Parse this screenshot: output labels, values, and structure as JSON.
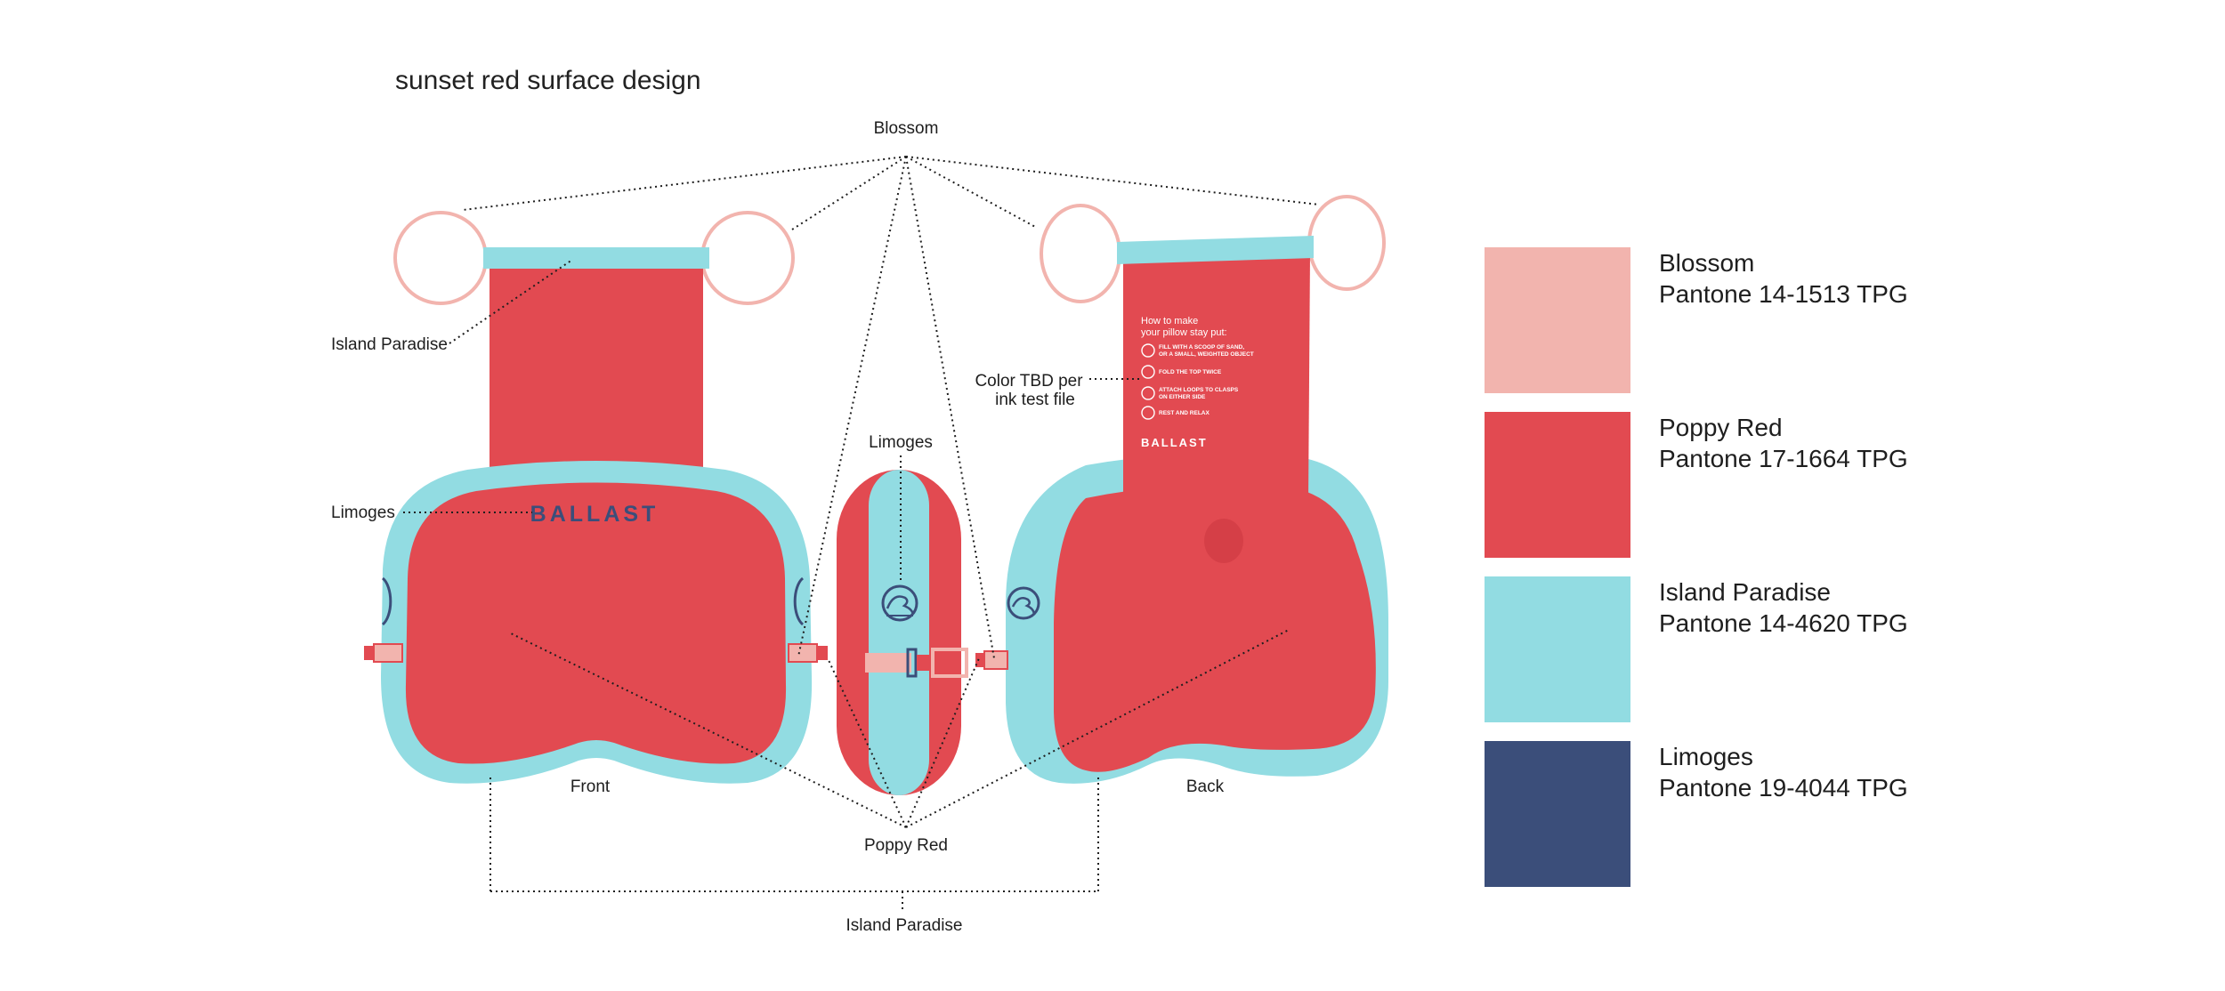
{
  "title": "sunset red surface design",
  "colors": {
    "blossom": "#f2b4ae",
    "poppy": "#e24a51",
    "island": "#92dce2",
    "limoges": "#3b4e7a"
  },
  "callouts": {
    "blossom_top": "Blossom",
    "island_left": "Island Paradise",
    "limoges_left": "Limoges",
    "limoges_center": "Limoges",
    "color_tbd_line1": "Color TBD per",
    "color_tbd_line2": "ink test file",
    "front": "Front",
    "back": "Back",
    "poppy_bottom": "Poppy Red",
    "island_bottom": "Island Paradise"
  },
  "product": {
    "brand_front": "BALLAST",
    "brand_back": "BALLAST",
    "tag_heading_line1": "How to make",
    "tag_heading_line2": "your pillow stay put:",
    "tag_steps": [
      "FILL WITH A SCOOP OF SAND,",
      "OR A SMALL, WEIGHTED OBJECT",
      "FOLD THE TOP TWICE",
      "ATTACH LOOPS TO CLASPS",
      "ON EITHER SIDE",
      "REST AND RELAX"
    ]
  },
  "legend": [
    {
      "name": "Blossom",
      "code": "Pantone 14-1513 TPG",
      "color": "#f2b4ae"
    },
    {
      "name": "Poppy Red",
      "code": "Pantone 17-1664 TPG",
      "color": "#e24a51"
    },
    {
      "name": "Island Paradise",
      "code": "Pantone 14-4620 TPG",
      "color": "#92dce2"
    },
    {
      "name": "Limoges",
      "code": "Pantone 19-4044 TPG",
      "color": "#3b4e7a"
    }
  ]
}
